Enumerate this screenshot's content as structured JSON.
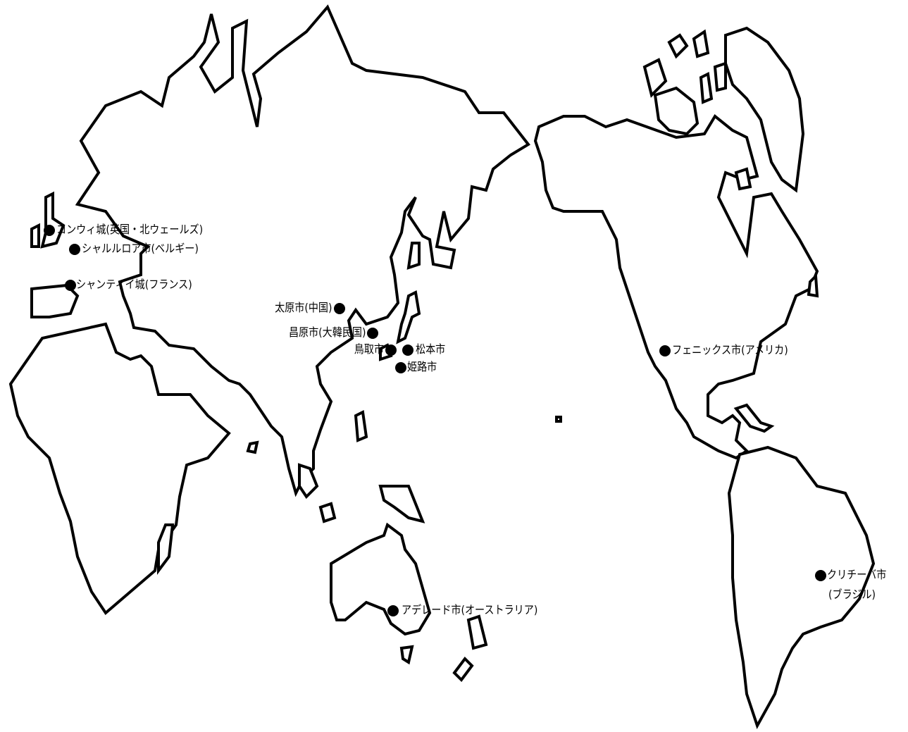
{
  "map": {
    "colors": {
      "land_outline": "#000000",
      "land_fill": "#ffffff",
      "ocean": "#ffffff",
      "marker": "#000000"
    },
    "markers": [
      {
        "id": "conwy",
        "label": "コンウィ城(英国・北ウェールズ)"
      },
      {
        "id": "charleroi",
        "label": "シャルルロア市(ベルギー)"
      },
      {
        "id": "chantilly",
        "label": "シャンティイ城(フランス)"
      },
      {
        "id": "taiyuan",
        "label": "太原市(中国)"
      },
      {
        "id": "changwon",
        "label": "昌原市(大韓民国)"
      },
      {
        "id": "tottori",
        "label": "鳥取市"
      },
      {
        "id": "matsumoto",
        "label": "松本市"
      },
      {
        "id": "himeji",
        "label": "姫路市"
      },
      {
        "id": "adelaide",
        "label": "アデレード市(オーストラリア)"
      },
      {
        "id": "phoenix",
        "label": "フェニックス市(アメリカ)"
      },
      {
        "id": "curitiba",
        "label": "クリチーバ市",
        "label2": "(ブラジル)"
      }
    ]
  }
}
